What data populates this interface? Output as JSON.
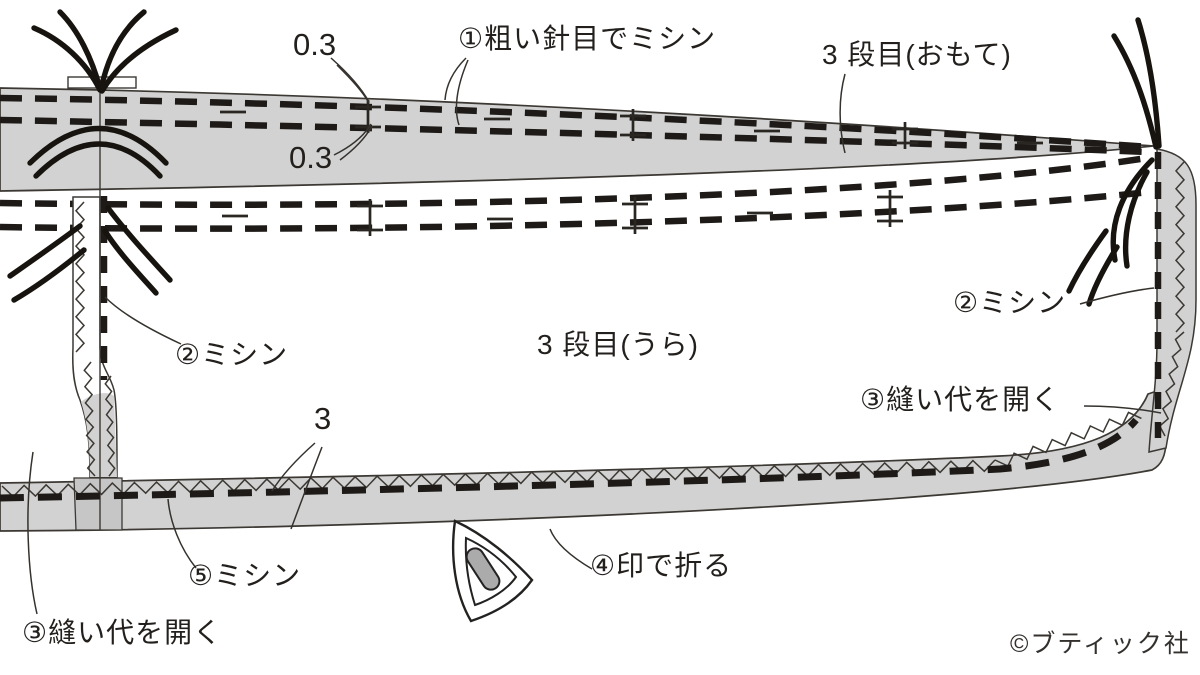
{
  "diagram": {
    "measurements": {
      "top_offset": "0.3",
      "second_offset": "0.3",
      "hem_width": "3"
    },
    "steps": {
      "step1": "①粗い針目でミシン",
      "step2_left": "②ミシン",
      "step2_right": "②ミシン",
      "step3_right": "③縫い代を開く",
      "step3_bottom_left": "③縫い代を開く",
      "step4": "④印で折る",
      "step5": "⑤ミシン"
    },
    "parts": {
      "tier3_front": "3 段目(おもて)",
      "tier3_back": "3 段目(うら)"
    },
    "copyright": "©ブティック社",
    "icons": {
      "iron": "iron-icon"
    },
    "colors": {
      "background": "#ffffff",
      "fabric": "#d2d2d2",
      "fabric_shadow": "#c6c6c6",
      "line": "#3c3833",
      "stitch": "#1d1a17",
      "handle": "#ababab"
    }
  }
}
